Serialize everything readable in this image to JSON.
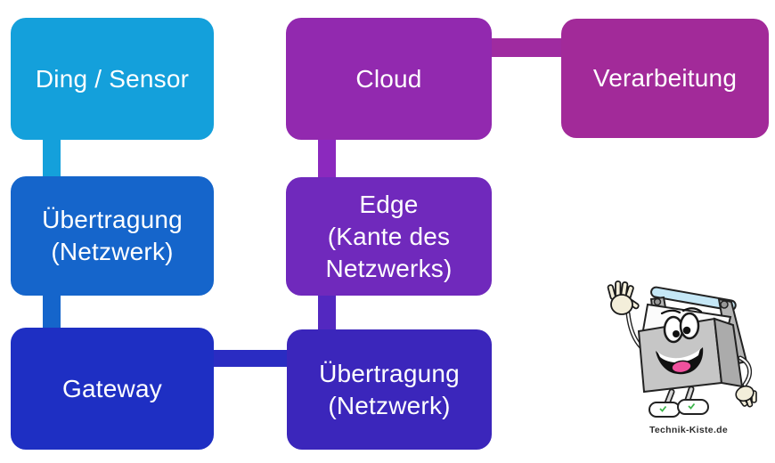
{
  "page": {
    "background": "#FFFFFF"
  },
  "diagram": {
    "nodes": [
      {
        "id": "ding-sensor",
        "lines": [
          "Ding / Sensor"
        ],
        "color": "#14A0DB",
        "text_color": "#FFFFFF"
      },
      {
        "id": "uebertragung-netzwerk-1",
        "lines": [
          "Übertragung",
          "(Netzwerk)"
        ],
        "color": "#1565CB",
        "text_color": "#FFFFFF"
      },
      {
        "id": "gateway",
        "lines": [
          "Gateway"
        ],
        "color": "#1E2FC3",
        "text_color": "#FFFFFF"
      },
      {
        "id": "uebertragung-netzwerk-2",
        "lines": [
          "Übertragung",
          "(Netzwerk)"
        ],
        "color": "#3B26BB",
        "text_color": "#FFFFFF"
      },
      {
        "id": "edge",
        "lines": [
          "Edge",
          "(Kante des",
          "Netzwerks)"
        ],
        "color": "#7029BC",
        "text_color": "#FFFFFF"
      },
      {
        "id": "cloud",
        "lines": [
          "Cloud"
        ],
        "color": "#9229AF",
        "text_color": "#FFFFFF"
      },
      {
        "id": "verarbeitung",
        "lines": [
          "Verarbeitung"
        ],
        "color": "#A22A99",
        "text_color": "#FFFFFF"
      }
    ],
    "connectors": [
      {
        "from": "ding-sensor",
        "to": "uebertragung-netzwerk-1",
        "color": "#14A0DB"
      },
      {
        "from": "uebertragung-netzwerk-1",
        "to": "gateway",
        "color": "#1565CB"
      },
      {
        "from": "gateway",
        "to": "uebertragung-netzwerk-2",
        "color": "#2A2CC2"
      },
      {
        "from": "uebertragung-netzwerk-2",
        "to": "edge",
        "color": "#5328C0"
      },
      {
        "from": "edge",
        "to": "cloud",
        "color": "#8B29BE"
      },
      {
        "from": "cloud",
        "to": "verarbeitung",
        "color": "#9F2BA0"
      }
    ]
  },
  "mascot": {
    "caption": "Technik-Kiste.de",
    "colors": {
      "handle": "#C5E7F6",
      "body": "#C6C6C6",
      "body_dark": "#ABABAB",
      "panel": "#FBFBFB",
      "glove": "#F3EEDA",
      "tongue": "#F0519E",
      "caption_text": "#2E2E2E"
    }
  }
}
